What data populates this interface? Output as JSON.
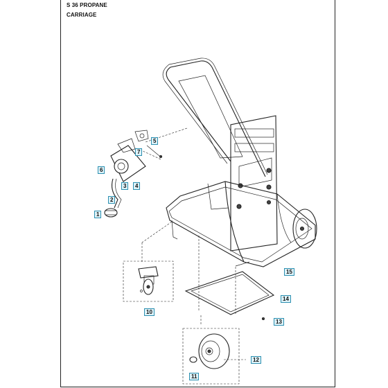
{
  "header": {
    "title": "S 36 PROPANE",
    "subtitle": "CARRIAGE"
  },
  "callouts": {
    "c1": "1",
    "c2": "2",
    "c3": "3",
    "c4": "4",
    "c5": "5",
    "c6": "6",
    "c7": "7",
    "c10": "10",
    "c11": "11",
    "c12": "12",
    "c13": "13",
    "c14": "14",
    "c15": "15"
  },
  "colors": {
    "callout_border": "#2b8fb0",
    "callout_fill": "#dff3f9",
    "line": "#222222"
  }
}
